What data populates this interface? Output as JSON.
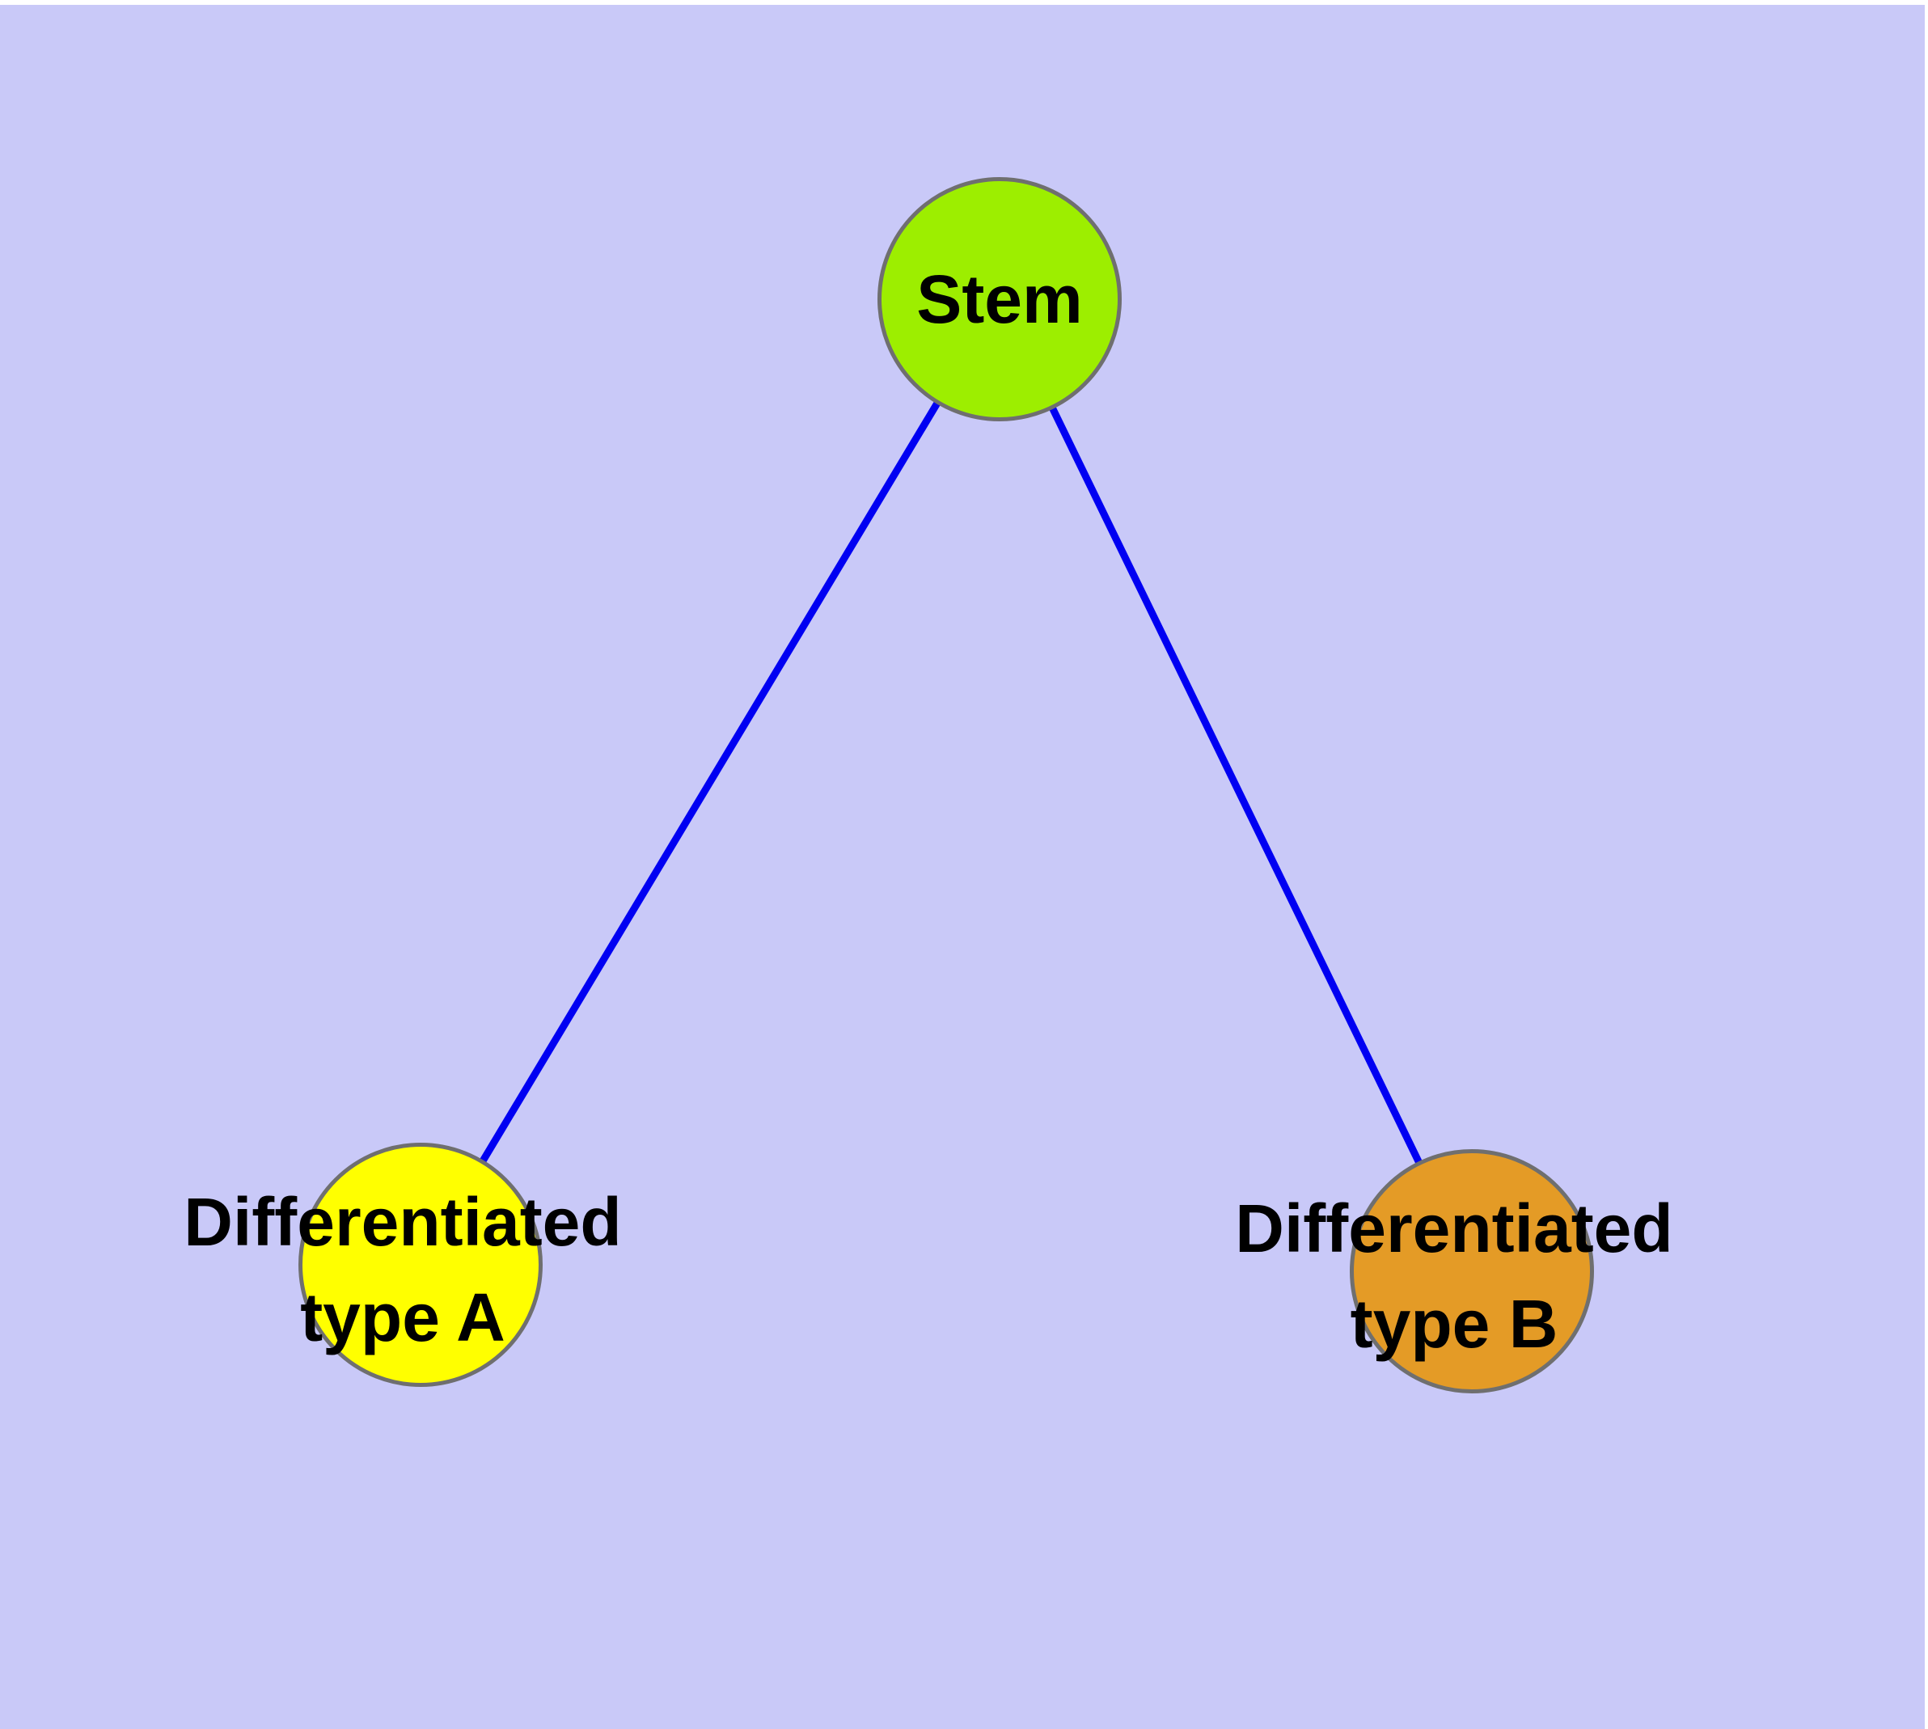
{
  "diagram": {
    "type": "graph",
    "background_color": "#c9c9f8",
    "top_margin_color": "#ffffff",
    "text_color": "#000000",
    "nodes": [
      {
        "id": "stem",
        "label": "Stem",
        "fill": "#9dee00",
        "border": "#6f6f6f"
      },
      {
        "id": "differentiated-type-a",
        "label": "Differentiated type A",
        "label_line1": "Differentiated",
        "label_line2": "type A",
        "fill": "#ffff00",
        "border": "#6f6f6f"
      },
      {
        "id": "differentiated-type-b",
        "label": "Differentiated type B",
        "label_line1": "Differentiated",
        "label_line2": "type B",
        "fill": "#e49b26",
        "border": "#6f6f6f"
      }
    ],
    "edges": [
      {
        "from": "stem",
        "to": "differentiated-type-a",
        "color": "#0000f2"
      },
      {
        "from": "stem",
        "to": "differentiated-type-b",
        "color": "#0000f2"
      }
    ]
  }
}
